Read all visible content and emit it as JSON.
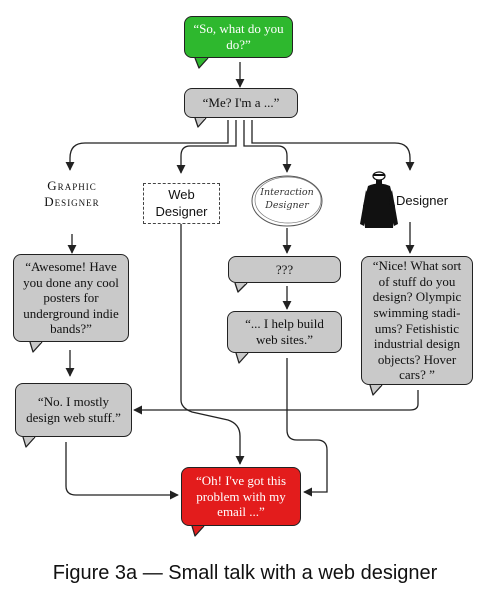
{
  "bubbles": {
    "start": "“So, what do you do?”",
    "me": "“Me? I'm a ...”",
    "awesome": "“Awesome! Have you done any cool posters for underground indie bands?”",
    "unknown": "???",
    "help": "“... I help build web sites.”",
    "nice": "“Nice! What sort of stuff do you design? Olympic swimming stadi-ums? Fetishistic industrial design objects? Hover cars? ”",
    "mostly": "“No. I mostly design web stuff.”",
    "problem": "“Oh! I've got this problem with my email ...”"
  },
  "labels": {
    "graphic_line1": "Graphic",
    "graphic_line2": "Designer",
    "web_line1": "Web",
    "web_line2": "Designer",
    "interaction_line1": "Interaction",
    "interaction_line2": "Designer",
    "designer": "Designer"
  },
  "caption": "Figure 3a — Small talk with a web designer",
  "colors": {
    "start_bubble": "#2eb82e",
    "end_bubble": "#e31c1c",
    "neutral_bubble": "#c9c9c9"
  },
  "icons": {
    "designer_figure": "black-turtleneck-figure-icon"
  }
}
